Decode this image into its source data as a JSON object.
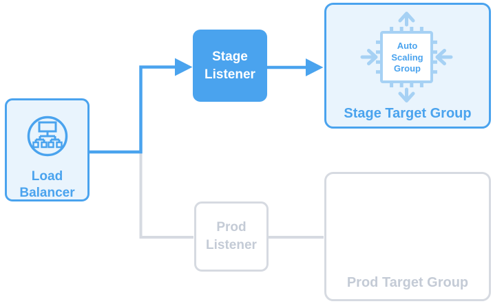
{
  "colors": {
    "accent_blue": "#4AA3EE",
    "light_blue_bg": "#E9F4FD",
    "icon_light_blue": "#A6D1F4",
    "gray_border": "#D6DAE1",
    "gray_text": "#C4CBD6"
  },
  "nodes": {
    "load_balancer": {
      "label": "Load Balancer",
      "icon": "load-balancer-network-icon"
    },
    "stage_listener": {
      "label": "Stage Listener"
    },
    "prod_listener": {
      "label": "Prod Listener"
    },
    "stage_target_group": {
      "label": "Stage Target Group",
      "icon": "auto-scaling-chip-icon",
      "icon_label": "Auto Scaling Group"
    },
    "prod_target_group": {
      "label": "Prod Target Group"
    }
  },
  "edges": [
    {
      "from": "load_balancer",
      "to": "stage_listener",
      "state": "active",
      "arrowhead": true
    },
    {
      "from": "stage_listener",
      "to": "stage_target_group",
      "state": "active",
      "arrowhead": true
    },
    {
      "from": "load_balancer",
      "to": "prod_listener",
      "state": "inactive",
      "arrowhead": false
    },
    {
      "from": "prod_listener",
      "to": "prod_target_group",
      "state": "inactive",
      "arrowhead": false
    }
  ]
}
